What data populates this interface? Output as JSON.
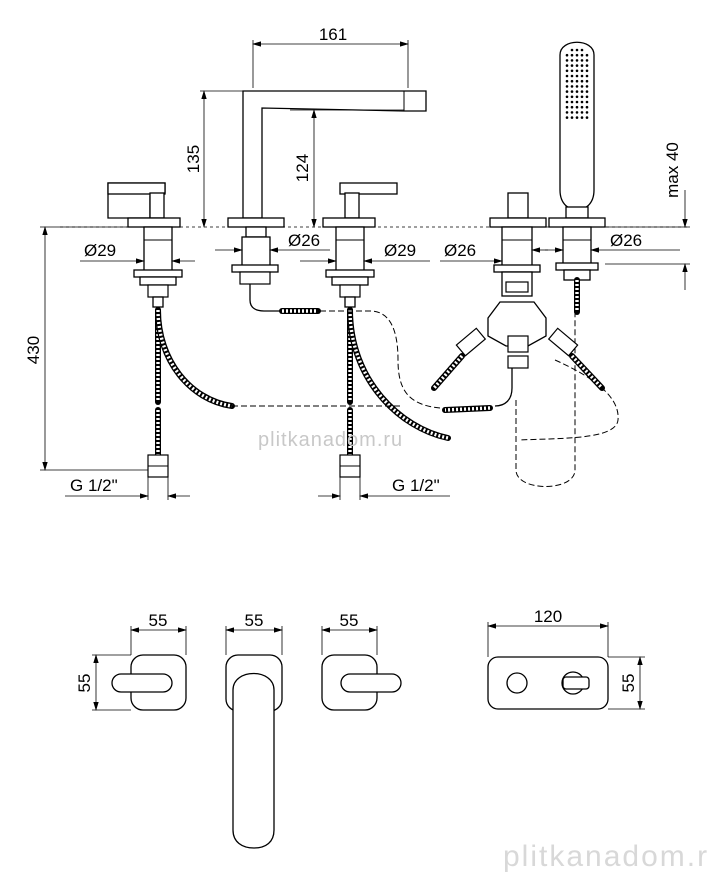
{
  "dimensions": {
    "spout_reach": "161",
    "spout_height": "135",
    "spout_outlet_height": "124",
    "handshower_height": "max 40",
    "total_length": "430",
    "dia_left_handle": "Ø29",
    "dia_spout": "Ø26",
    "dia_right_handle": "Ø29",
    "dia_diverter": "Ø26",
    "dia_handshower": "Ø26",
    "thread_left": "G 1/2\"",
    "thread_right": "G 1/2\"",
    "plan_width_left": "55",
    "plan_width_spout": "55",
    "plan_width_right": "55",
    "plan_width_diverter": "120",
    "plan_height_left": "55",
    "plan_height_diverter": "55"
  },
  "watermark": {
    "center": "plitkanadom.ru",
    "bottom": "plitkanadom.ru"
  }
}
